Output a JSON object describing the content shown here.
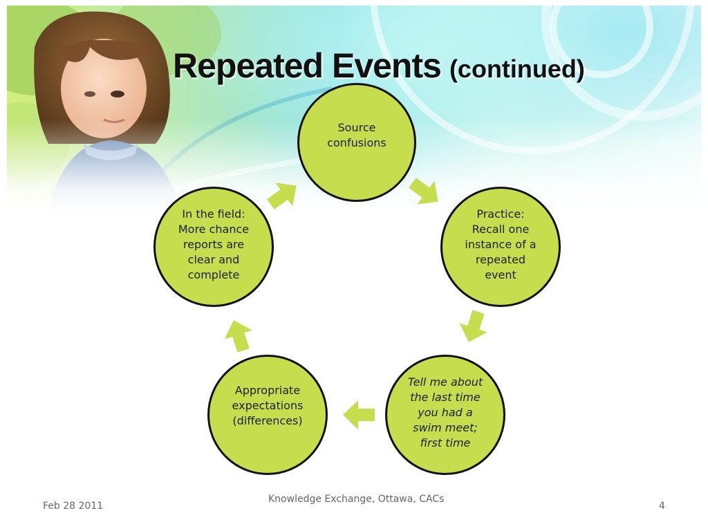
{
  "title": {
    "main": "Repeated Events",
    "sub": "(continued)"
  },
  "cycle": {
    "nodes": [
      {
        "id": "source",
        "text": "Source\nconfusions"
      },
      {
        "id": "practice",
        "text": "Practice:\nRecall one\ninstance of a\nrepeated\nevent"
      },
      {
        "id": "tell-me",
        "text": "Tell me about\nthe last time\nyou had a\nswim meet;\nfirst time"
      },
      {
        "id": "expectations",
        "text": "Appropriate\nexpectations\n(differences)"
      },
      {
        "id": "field",
        "text": "In the field:\nMore chance\nreports are\nclear and\ncomplete"
      }
    ],
    "colors": {
      "node_fill": "#c6dd4e",
      "node_border": "#111111",
      "arrow_fill": "#c6dd4e"
    }
  },
  "footer": {
    "date": "Feb 28 2011",
    "center": "Knowledge Exchange, Ottawa, CACs",
    "page": "4"
  }
}
